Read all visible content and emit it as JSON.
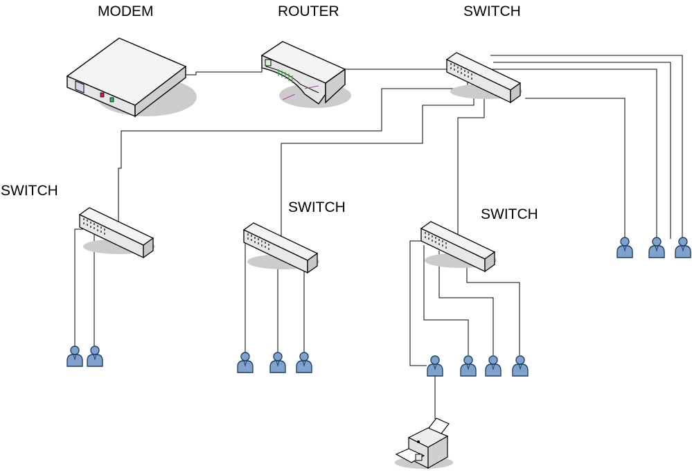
{
  "labels": {
    "modem": "MODEM",
    "router": "ROUTER",
    "switch_main": "SWITCH",
    "switch_left": "SWITCH",
    "switch_middle": "SWITCH",
    "switch_right": "SWITCH"
  },
  "colors": {
    "device_fill": "#f2f2f2",
    "device_side": "#d0d0d0",
    "user_blue": "#7fa3cc",
    "user_outline": "#1f3f66",
    "shadow": "#cccccc",
    "wire": "#000000"
  },
  "icons": {
    "modem": "modem-icon",
    "router": "router-icon",
    "switch": "switch-icon",
    "user": "user-icon",
    "printer": "printer-icon"
  }
}
